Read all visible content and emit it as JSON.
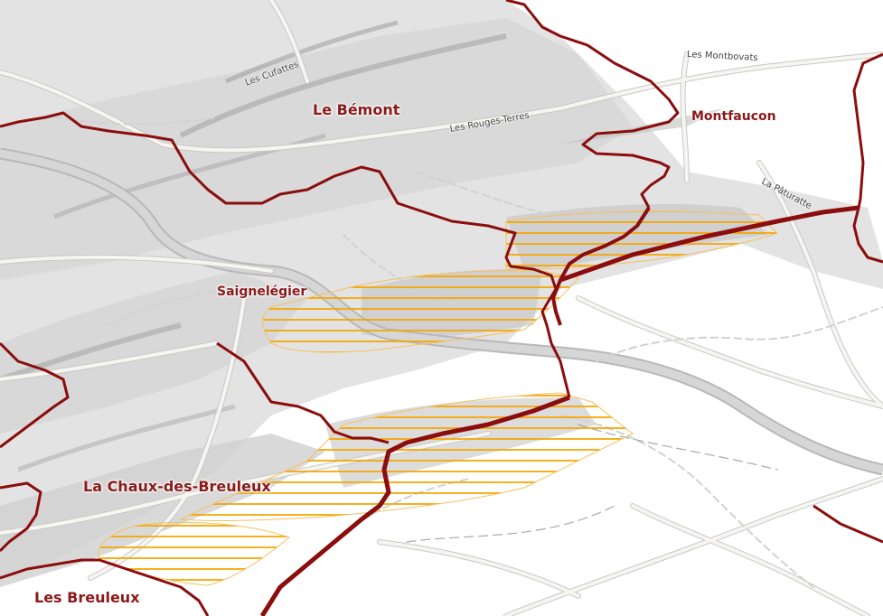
{
  "map": {
    "colors": {
      "border": "#8b0d0d",
      "hatch": "#f5a500",
      "road": "#f4f1ea",
      "road_casing": "#c9c9c9",
      "highway": "#c8c8c8",
      "terrain_light": "#e4e4e4",
      "terrain_dark": "#9a9a9a"
    },
    "municipalities": [
      {
        "name": "Le Bémont"
      },
      {
        "name": "Montfaucon"
      },
      {
        "name": "Saignelégier"
      },
      {
        "name": "La Chaux-des-Breuleux"
      },
      {
        "name": "Les Breuleux"
      }
    ],
    "localities": [
      {
        "name": "Les Cufattes"
      },
      {
        "name": "Les Montbovats"
      },
      {
        "name": "Les Rouges-Terres"
      },
      {
        "name": "La Pâturatte"
      }
    ]
  }
}
